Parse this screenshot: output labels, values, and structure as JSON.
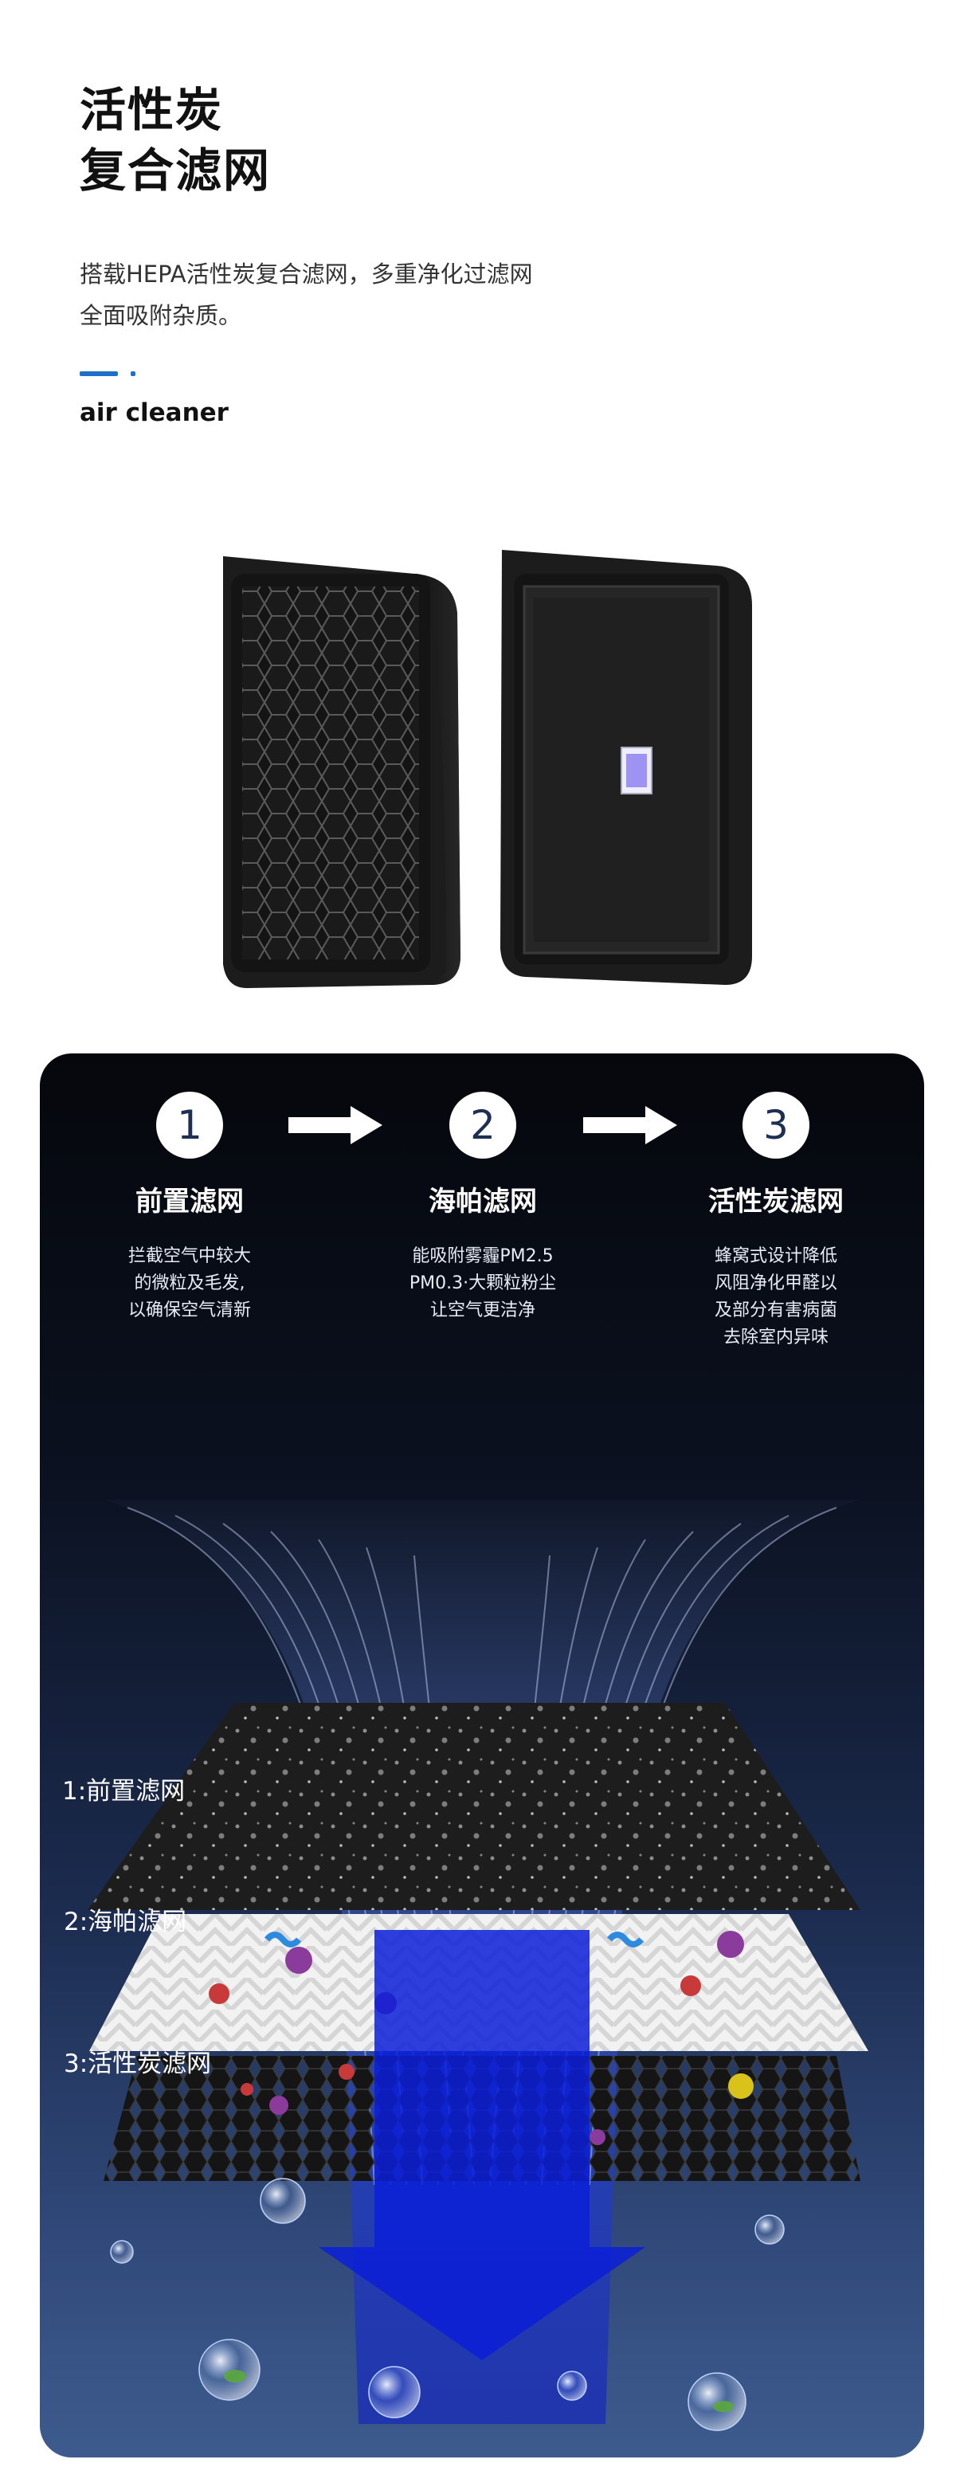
{
  "header": {
    "title_line1": "活性炭",
    "title_line2": "复合滤网",
    "desc_line1": "搭载HEPA活性炭复合滤网，多重净化过滤网",
    "desc_line2": "全面吸附杂质。",
    "subtitle": "air cleaner"
  },
  "steps": [
    {
      "number": "1",
      "title": "前置滤网",
      "desc": [
        "拦截空气中较大",
        "的微粒及毛发,",
        "以确保空气清新"
      ]
    },
    {
      "number": "2",
      "title": "海帕滤网",
      "desc": [
        "能吸附雾霾PM2.5",
        "PM0.3·大颗粒粉尘",
        "让空气更洁净"
      ]
    },
    {
      "number": "3",
      "title": "活性炭滤网",
      "desc": [
        "蜂窝式设计降低",
        "风阻净化甲醛以",
        "及部分有害病菌",
        "去除室内异味"
      ]
    }
  ],
  "layers": [
    {
      "label": "1:前置滤网"
    },
    {
      "label": "2:海帕滤网"
    },
    {
      "label": "3:活性炭滤网"
    }
  ],
  "icons": {
    "arrow": "right-arrow-icon",
    "flow": "down-arrow-icon",
    "bubble": "bubble-icon"
  },
  "colors": {
    "accent": "#1e6fc8",
    "panel_top": "#05070c",
    "panel_bottom": "#3e5b8e",
    "flow_blue": "#0a1fd8"
  }
}
